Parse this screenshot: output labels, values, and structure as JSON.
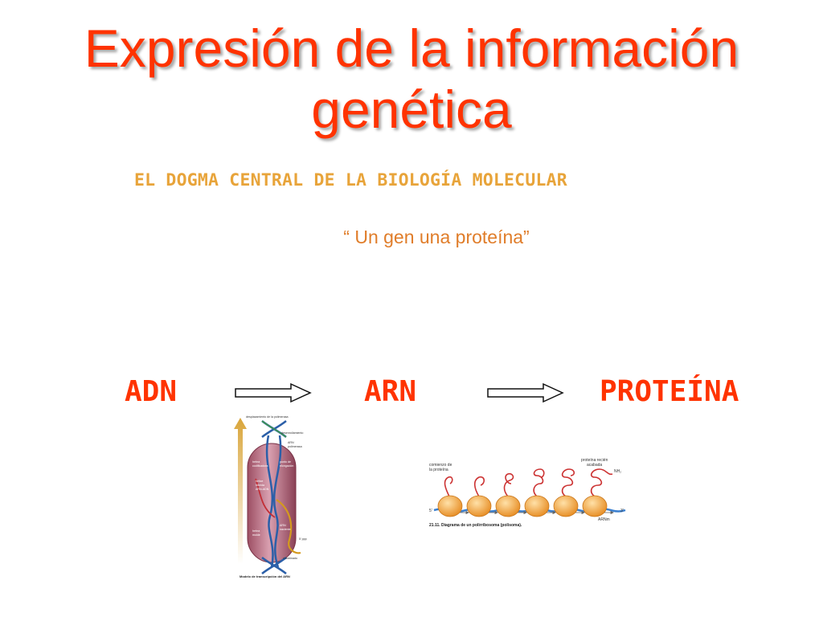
{
  "slide": {
    "title_line1": "Expresión de la información",
    "title_line2": "genética",
    "subtitle": "EL DOGMA CENTRAL DE LA BIOLOGÍA MOLECULAR",
    "quote": "“ Un gen una proteína”",
    "flow": {
      "dna": "ADN",
      "rna": "ARN",
      "protein": "PROTEÍNA"
    }
  },
  "dna_figure": {
    "top_label": "desplazamiento de la polimerasa",
    "label_desenrollamiento": "desenrollamiento",
    "label_arn_polimerasa_1": "ARN",
    "label_arn_polimerasa_2": "polimerasa",
    "label_helice_codificadora_1": "hebra",
    "label_helice_codificadora_2": "codificadora",
    "label_punto_elongacion_1": "punto de",
    "label_punto_elongacion_2": "elongación",
    "label_hibrido_1": "hélice",
    "label_hibrido_2": "híbrida",
    "label_hibrido_3": "ARN-ADN",
    "label_hebra_molde_1": "hebra",
    "label_hebra_molde_2": "molde",
    "label_arn_naciente_1": "ARN",
    "label_arn_naciente_2": "naciente",
    "label_ppp": "5' ppp",
    "label_rebobinado": "rebobinado",
    "caption": "Modelo de transcripción del ARN"
  },
  "polysome_figure": {
    "label_comienzo_1": "comienzo de",
    "label_comienzo_2": "la proteína",
    "label_proteina_1": "proteína recién",
    "label_proteina_2": "acabada",
    "label_nh2": "NH₂",
    "label_5prime": "5'",
    "label_3prime": "3'",
    "label_arnm": "ARNm",
    "caption": "21.11. Diagrama de un polirribosoma (polisoma)."
  },
  "colors": {
    "title": "#ff3300",
    "subtitle": "#e8a43a",
    "quote": "#e07d2a",
    "terms": "#ff3300",
    "arrow_fill": "#ffffff",
    "arrow_stroke": "#111111",
    "ribosome": "#f4a73c",
    "mrna": "#3a7fcf",
    "protein_chain": "#cc3333",
    "helix_body": "#b96a7f"
  }
}
